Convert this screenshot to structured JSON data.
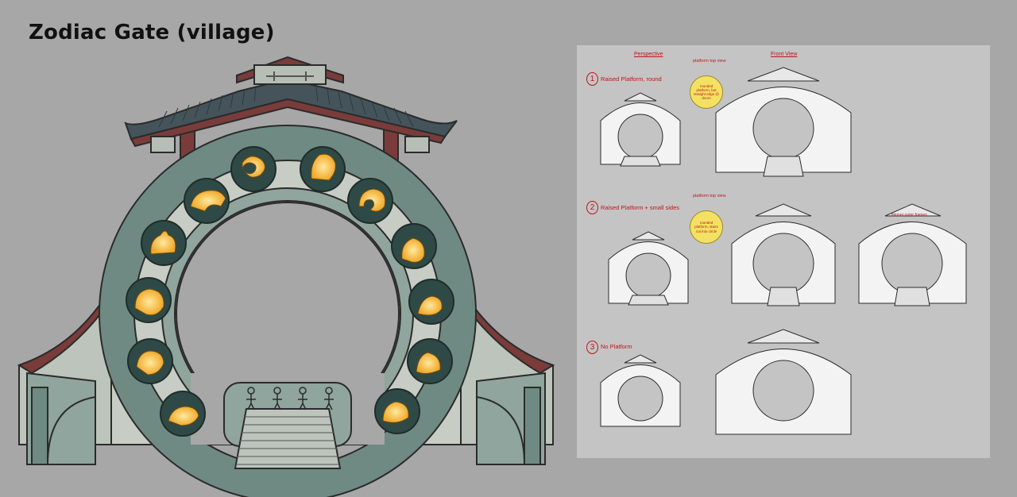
{
  "title": "Zodiac Gate (village)",
  "sheet": {
    "headers": {
      "perspective": "Perspective",
      "front_view": "Front View"
    },
    "options": [
      {
        "number": "1",
        "label": "Raised Platform, round",
        "top_view": "platform top view",
        "note": "rounded platform, but straight edge @ doors"
      },
      {
        "number": "2",
        "label": "Raised Platform + small sides",
        "top_view": "platform top view",
        "note": "rounded platform, stairs cut into circle",
        "extra": "thinner outer frames"
      },
      {
        "number": "3",
        "label": "No Platform"
      }
    ]
  },
  "colors": {
    "roof": "#44545a",
    "trim": "#7a3c3a",
    "stone": "#6f8a82",
    "medallion": "#2f4a46",
    "glyph": "#f3b23a",
    "annotation": "#c0141b"
  }
}
